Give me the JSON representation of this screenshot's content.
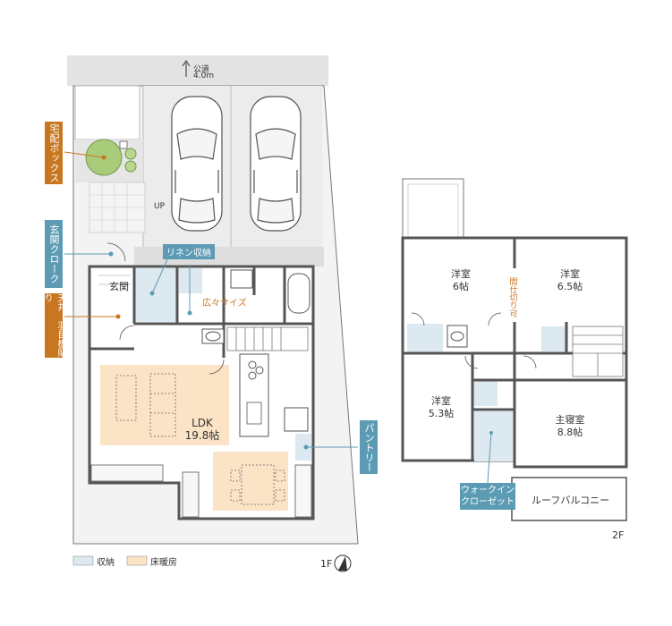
{
  "road": {
    "label": "公道",
    "width": "4.0m"
  },
  "floor1": {
    "label": "1F",
    "rooms": {
      "entrance": "玄関",
      "ldk_name": "LDK",
      "ldk_size": "19.8帖"
    },
    "stair_up": "UP",
    "callouts": {
      "delivery_box": "宅配ボックス",
      "entrance_cloak": "玄関クローク",
      "ceiling": "天井 羽目板貼り",
      "linen": "リネン収納",
      "wide_size": "広々サイズ",
      "pantry": "パントリー"
    }
  },
  "floor2": {
    "label": "2F",
    "rooms": {
      "western1_name": "洋室",
      "western1_size": "6帖",
      "western2_name": "洋室",
      "western2_size": "6.5帖",
      "western3_name": "洋室",
      "western3_size": "5.3帖",
      "master_name": "主寝室",
      "master_size": "8.8帖",
      "roof_balcony": "ルーフバルコニー"
    },
    "callouts": {
      "partition": "間仕切り可",
      "walkin_line1": "ウォークイン",
      "walkin_line2": "クローゼット"
    }
  },
  "legend": {
    "storage": "収納",
    "floor_heating": "床暖房"
  },
  "colors": {
    "storage": "#dde9f0",
    "floor_heating": "#fbe3c6",
    "tag_orange": "#c8761f",
    "tag_blue": "#5d9bb5",
    "wall": "#555555",
    "road": "#e3e3e3"
  }
}
